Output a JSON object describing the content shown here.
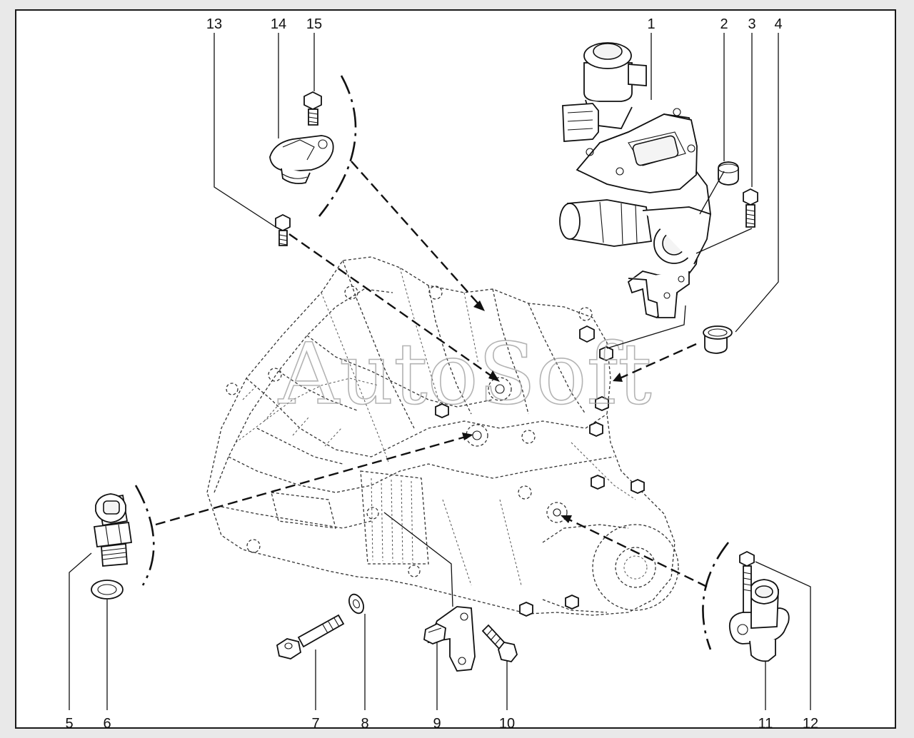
{
  "watermark": "AutoSoft",
  "callouts": [
    "1",
    "2",
    "3",
    "4",
    "5",
    "6",
    "7",
    "8",
    "9",
    "10",
    "11",
    "12",
    "13",
    "14",
    "15"
  ],
  "colors": {
    "background": "#e9e9e9",
    "frame": "#ffffff",
    "ink": "#111111"
  }
}
